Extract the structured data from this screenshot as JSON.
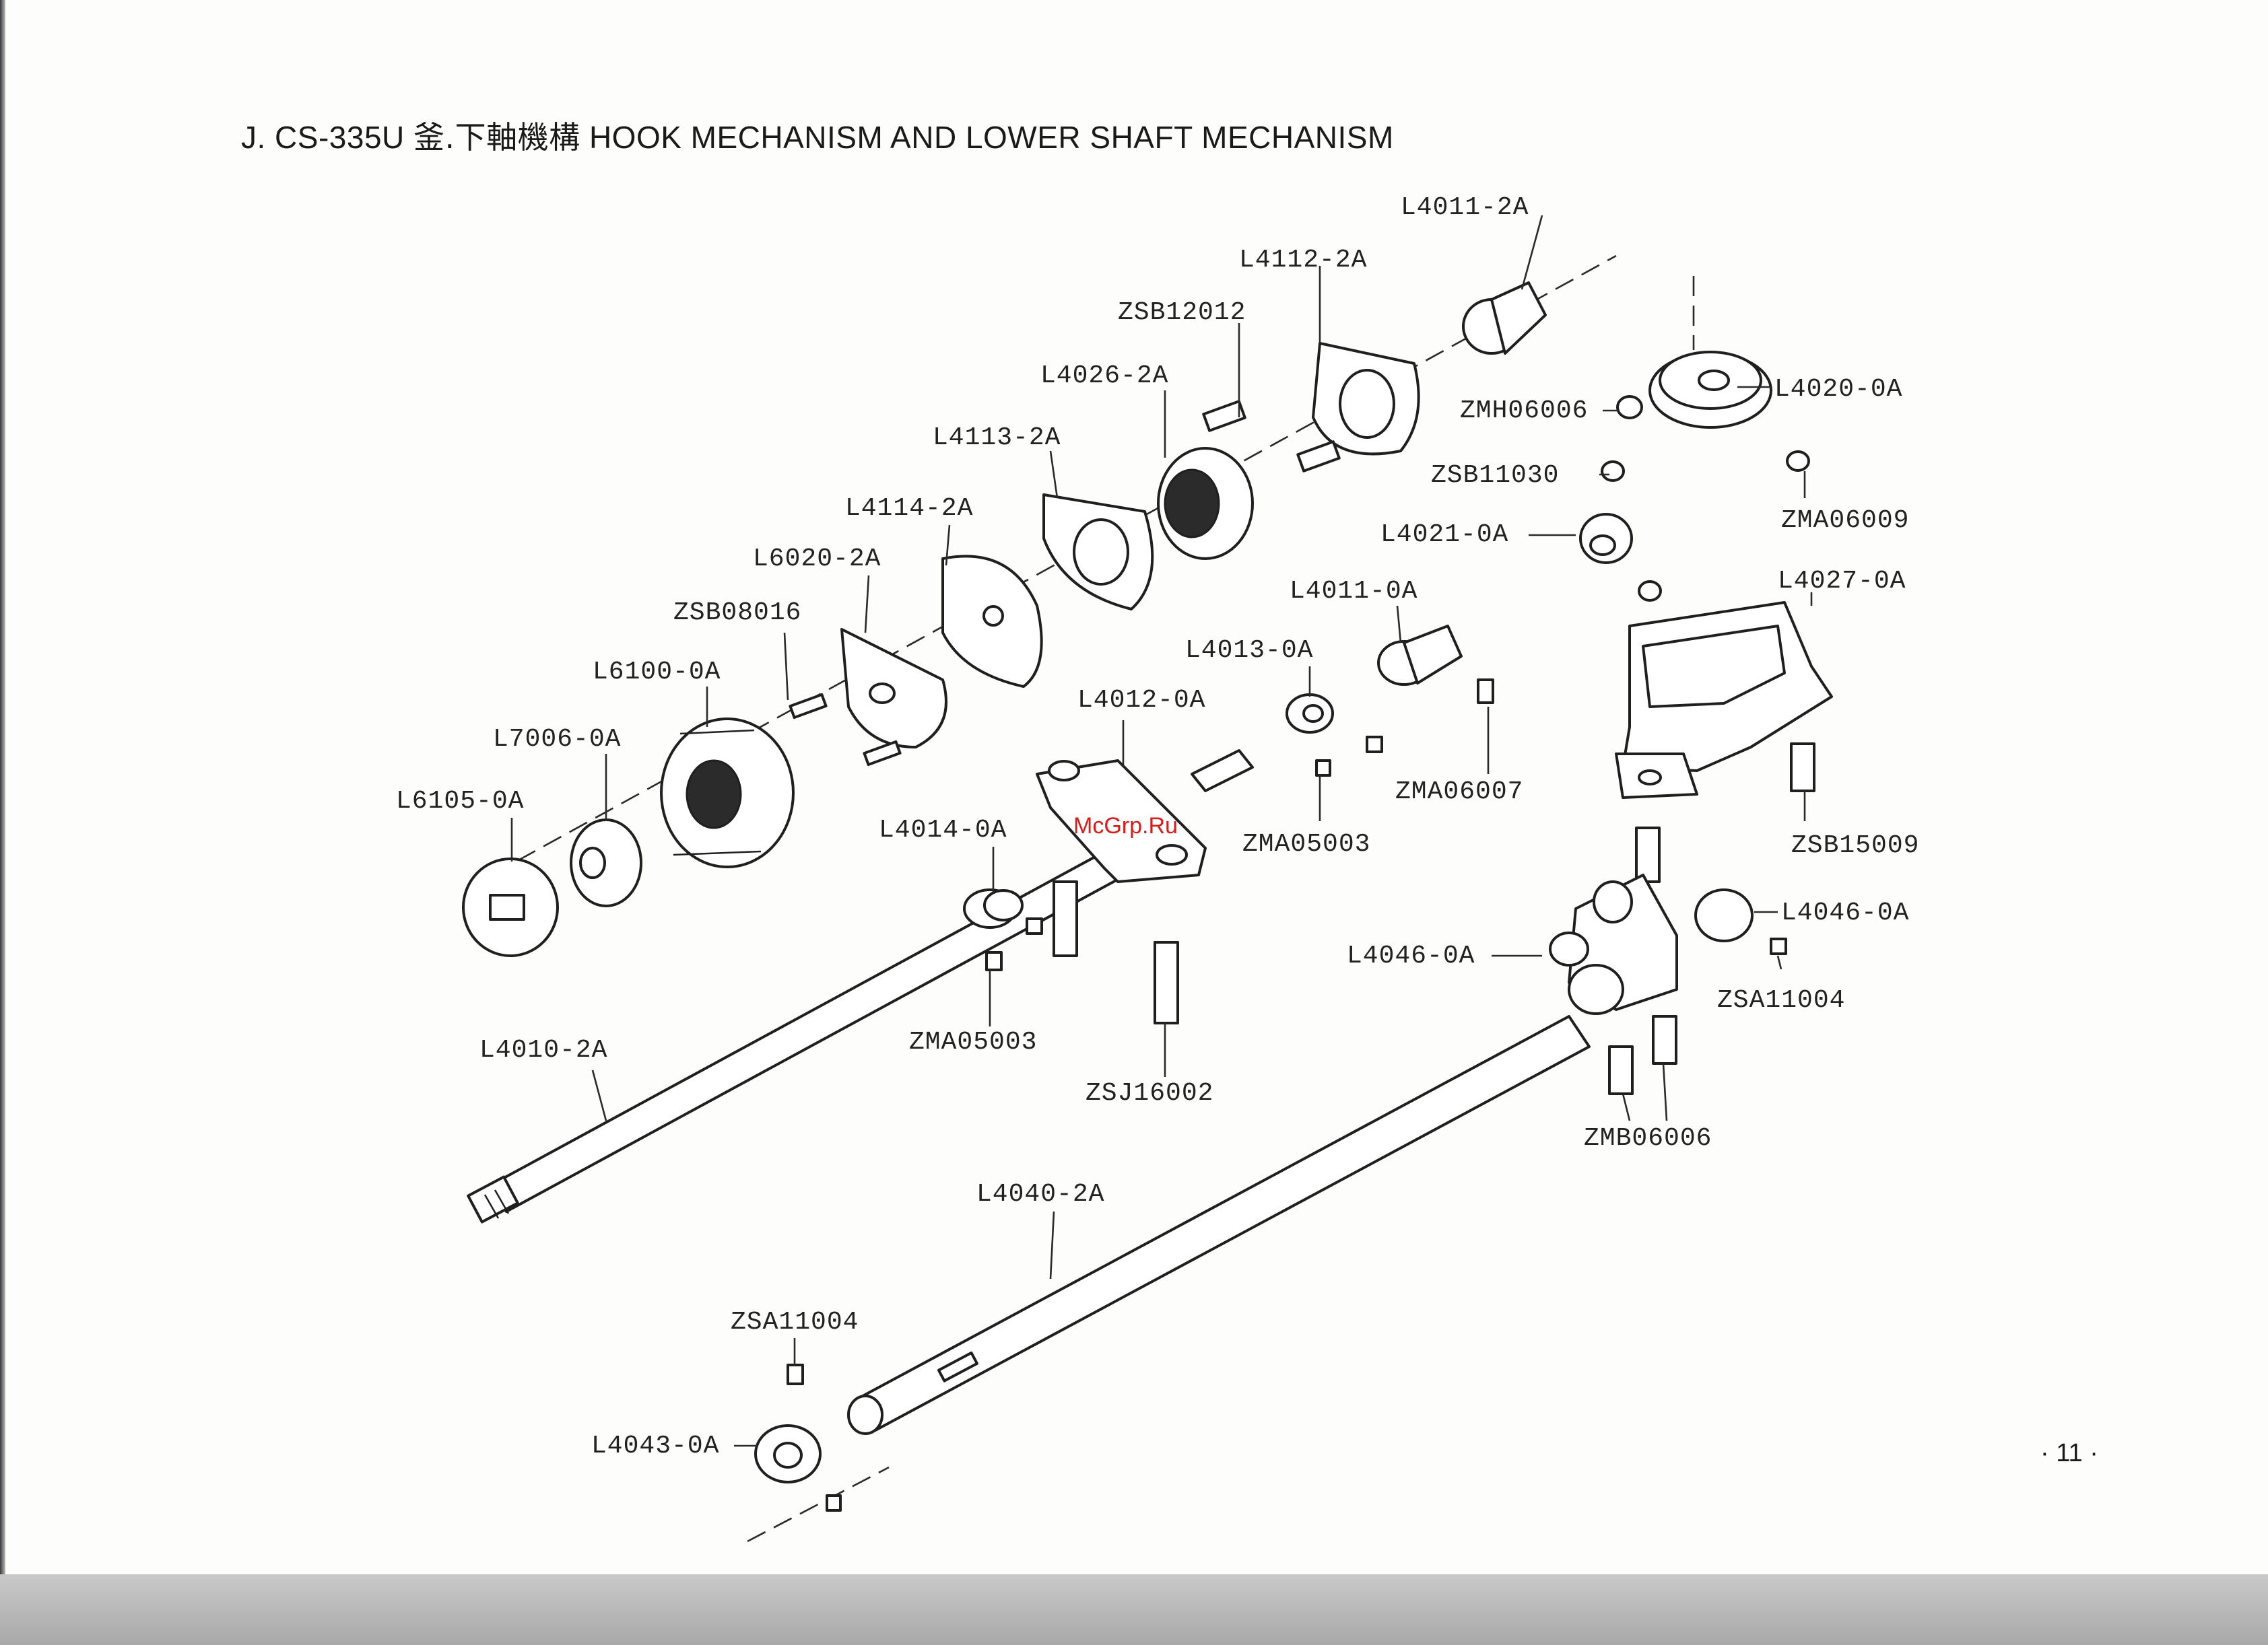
{
  "title": {
    "prefix": "J. CS-335U",
    "cjk": "釜.下軸機構",
    "english": "HOOK MECHANISM AND LOWER SHAFT MECHANISM"
  },
  "watermark": "McGrp.Ru",
  "page_number": "· 11 ·",
  "part_labels": [
    "L4011-2A",
    "L4112-2A",
    "ZSB12012",
    "L4026-2A",
    "L4020-0A",
    "ZMH06006",
    "L4113-2A",
    "ZSB11030",
    "L4114-2A",
    "ZMA06009",
    "L4021-0A",
    "L6020-2A",
    "L4027-0A",
    "L4011-0A",
    "ZSB08016",
    "L4013-0A",
    "L6100-0A",
    "L4012-0A",
    "L7006-0A",
    "ZMA06007",
    "L6105-0A",
    "L4014-0A",
    "ZMA05003",
    "ZSB15009",
    "L4046-0A",
    "L4046-0A",
    "ZSA11004",
    "ZMA05003",
    "L4010-2A",
    "ZSJ16002",
    "ZMB06006",
    "L4040-2A",
    "ZSA11004",
    "L4043-0A"
  ]
}
